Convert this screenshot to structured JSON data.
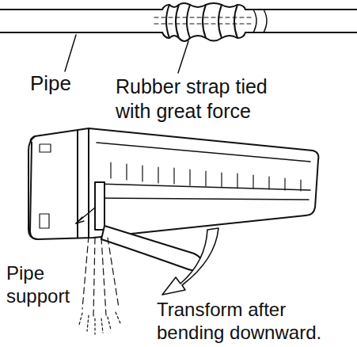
{
  "diagram": {
    "labels": [
      "Pipe",
      "Rubber strap tied with great force",
      "Pipe support",
      "Transform after bending downward."
    ]
  }
}
